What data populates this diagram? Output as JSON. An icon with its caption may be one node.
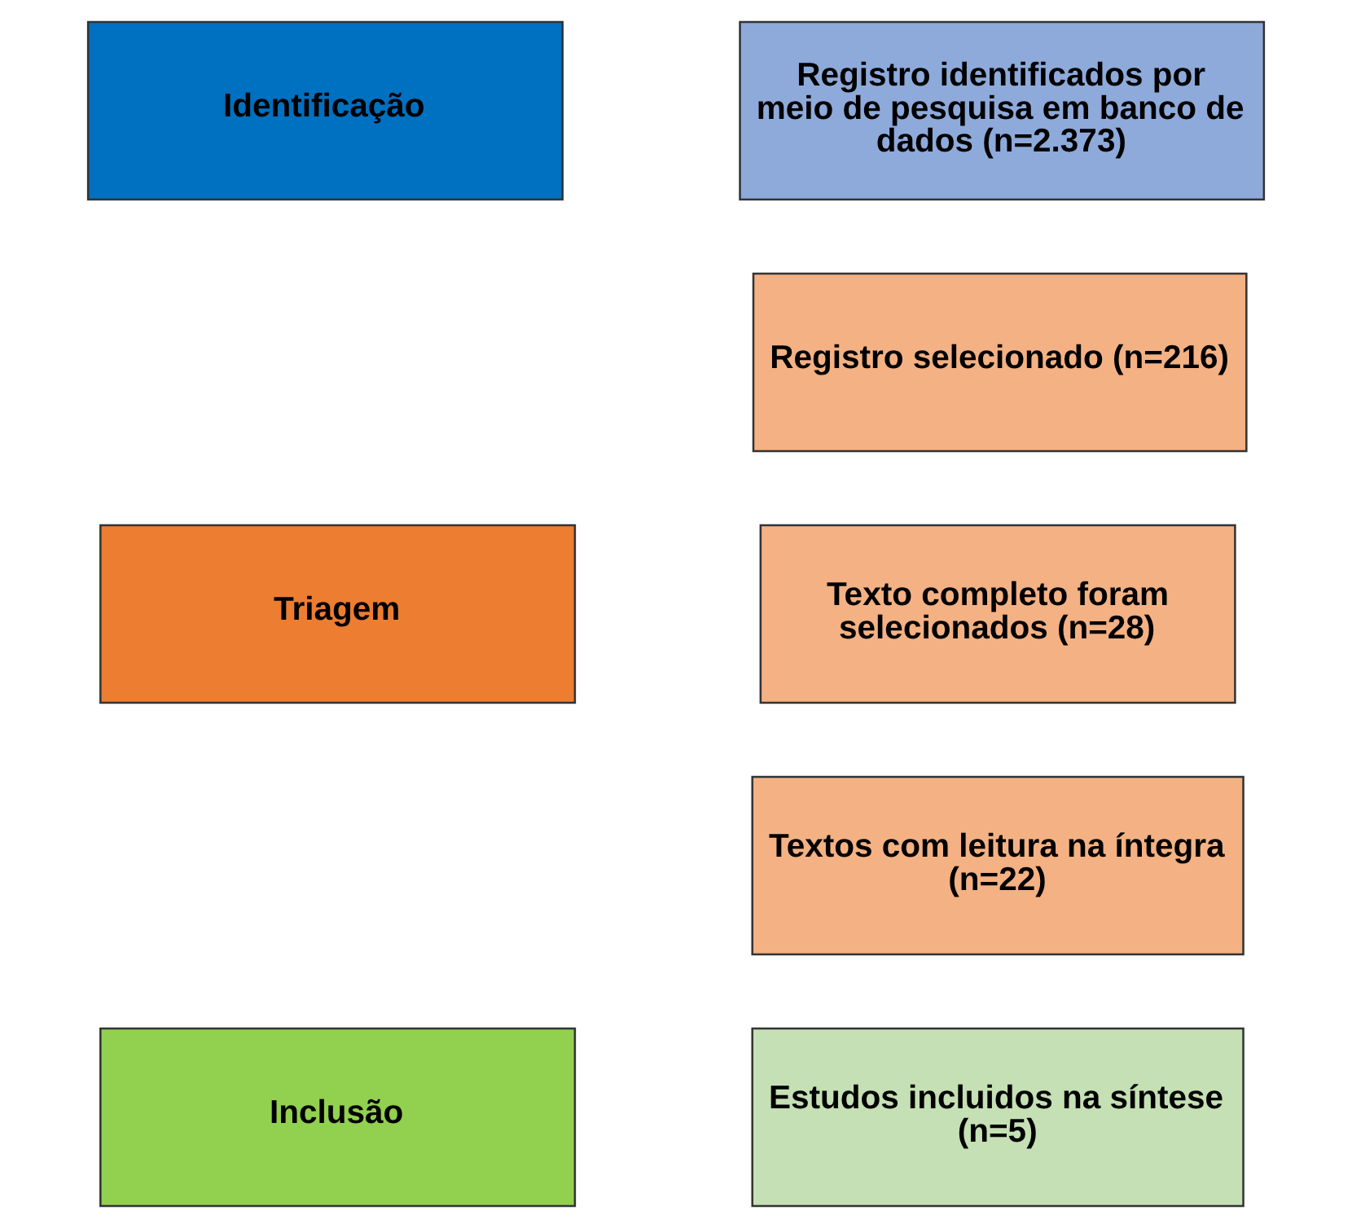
{
  "diagram": {
    "nodes": [
      {
        "text": [
          "Identificação"
        ]
      },
      {
        "text": [
          "Registro identificados por meio de pesquisa em banco de dados (n=2.373)"
        ]
      },
      {
        "text": [
          "Triagem"
        ]
      },
      {
        "text": [
          "Registro selecionado (n=216)"
        ]
      },
      {
        "text": [
          "Texto completo foram selecionados (n=28)"
        ]
      },
      {
        "text": [
          "Textos com leitura na íntegra (n=22)"
        ]
      },
      {
        "text": [
          "Inclusão"
        ]
      },
      {
        "text": [
          "Estudos incluidos na síntese (n=5)"
        ]
      }
    ]
  }
}
